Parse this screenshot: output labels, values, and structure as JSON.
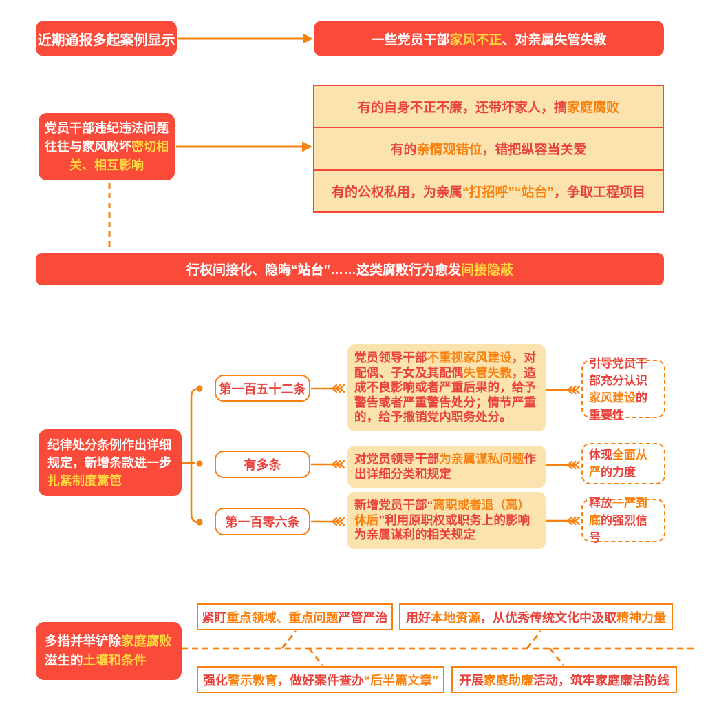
{
  "palette": {
    "red_box_bg": "#f94a3a",
    "highlight_yellow": "#ffd83f",
    "accent_orange": "#f8800f",
    "cream_bg": "#fbe3b0",
    "body_red_text": "#e9423c"
  },
  "s1": {
    "left_box": [
      {
        "t": "近期通报多起案例显示",
        "c": "w"
      }
    ],
    "right_box": [
      {
        "t": "一些党员干部",
        "c": "w"
      },
      {
        "t": "家风不正",
        "c": "y"
      },
      {
        "t": "、对亲属失管失教",
        "c": "w"
      }
    ]
  },
  "s2": {
    "left_box": [
      {
        "t": "党员干部违纪违法问题往往与家风败坏",
        "c": "w"
      },
      {
        "t": "密切相关、相互影响",
        "c": "y"
      }
    ],
    "rows": [
      [
        {
          "t": "有的自身不正不廉，还带坏家人，搞",
          "c": "r"
        },
        {
          "t": "家庭腐败",
          "c": "o"
        }
      ],
      [
        {
          "t": "有的",
          "c": "r"
        },
        {
          "t": "亲情观错位",
          "c": "o"
        },
        {
          "t": "，错把纵容当关爱",
          "c": "r"
        }
      ],
      [
        {
          "t": "有的公权私用，为亲属",
          "c": "r"
        },
        {
          "t": "“打招呼”“站台”",
          "c": "o"
        },
        {
          "t": "，争取工程项目",
          "c": "r"
        }
      ]
    ],
    "banner": [
      {
        "t": "行权间接化、隐晦“站台”……这类腐败行为愈发",
        "c": "w"
      },
      {
        "t": "间接隐蔽",
        "c": "y"
      }
    ]
  },
  "s3": {
    "left_box": [
      {
        "t": "纪律处分条例作出详细规定，新增条款进一步",
        "c": "w"
      },
      {
        "t": "扎紧制度篱笆",
        "c": "y"
      }
    ],
    "rows": [
      {
        "label": [
          {
            "t": "第一百五十二条",
            "c": "r"
          }
        ],
        "detail": [
          {
            "t": "党员领导干部",
            "c": "r"
          },
          {
            "t": "不重视家风建设",
            "c": "o"
          },
          {
            "t": "，对配偶、子女及其配偶",
            "c": "r"
          },
          {
            "t": "失管失教",
            "c": "o"
          },
          {
            "t": "，造成不良影响或者严重后果的，给予警告或者严重警告处分；情节严重的，给予撤销党内职务处分。",
            "c": "r"
          }
        ],
        "note": [
          {
            "t": "引导党员干部充分认识",
            "c": "r"
          },
          {
            "t": "家风建设",
            "c": "o"
          },
          {
            "t": "的重要性",
            "c": "r"
          }
        ]
      },
      {
        "label": [
          {
            "t": "有多条",
            "c": "r"
          }
        ],
        "detail": [
          {
            "t": "对党员领导干部",
            "c": "r"
          },
          {
            "t": "为亲属谋私问题",
            "c": "o"
          },
          {
            "t": "作出详细分类和规定",
            "c": "r"
          }
        ],
        "note": [
          {
            "t": "体现",
            "c": "r"
          },
          {
            "t": "全面从严",
            "c": "o"
          },
          {
            "t": "的力度",
            "c": "r"
          }
        ]
      },
      {
        "label": [
          {
            "t": "第一百零六条",
            "c": "r"
          }
        ],
        "detail": [
          {
            "t": "新增党员干部“",
            "c": "r"
          },
          {
            "t": "离职或者退（离）休后",
            "c": "o"
          },
          {
            "t": "”利用原职权或职务上的影响为亲属谋利的相关规定",
            "c": "r"
          }
        ],
        "note": [
          {
            "t": "释放",
            "c": "r"
          },
          {
            "t": "一严到底",
            "c": "o"
          },
          {
            "t": "的强烈信号",
            "c": "r"
          }
        ]
      }
    ]
  },
  "s4": {
    "left_box": [
      {
        "t": "多措并举铲除",
        "c": "w"
      },
      {
        "t": "家庭腐败",
        "c": "y"
      },
      {
        "t": "滋生的",
        "c": "w"
      },
      {
        "t": "土壤和条件",
        "c": "y"
      }
    ],
    "top_boxes": [
      [
        {
          "t": "紧盯",
          "c": "r"
        },
        {
          "t": "重点领域、重点问题",
          "c": "o"
        },
        {
          "t": "严管严治",
          "c": "r"
        }
      ],
      [
        {
          "t": "用好",
          "c": "r"
        },
        {
          "t": "本地资源",
          "c": "o"
        },
        {
          "t": "，从优秀传统文化中汲取",
          "c": "r"
        },
        {
          "t": "精神力量",
          "c": "o"
        }
      ]
    ],
    "bottom_boxes": [
      [
        {
          "t": "强化",
          "c": "r"
        },
        {
          "t": "警示教育",
          "c": "o"
        },
        {
          "t": "，做好案件查办",
          "c": "r"
        },
        {
          "t": "“后半篇文章”",
          "c": "o"
        }
      ],
      [
        {
          "t": "开展",
          "c": "r"
        },
        {
          "t": "家庭助廉",
          "c": "o"
        },
        {
          "t": "活动，筑牢家庭廉洁防线",
          "c": "r"
        }
      ]
    ]
  }
}
